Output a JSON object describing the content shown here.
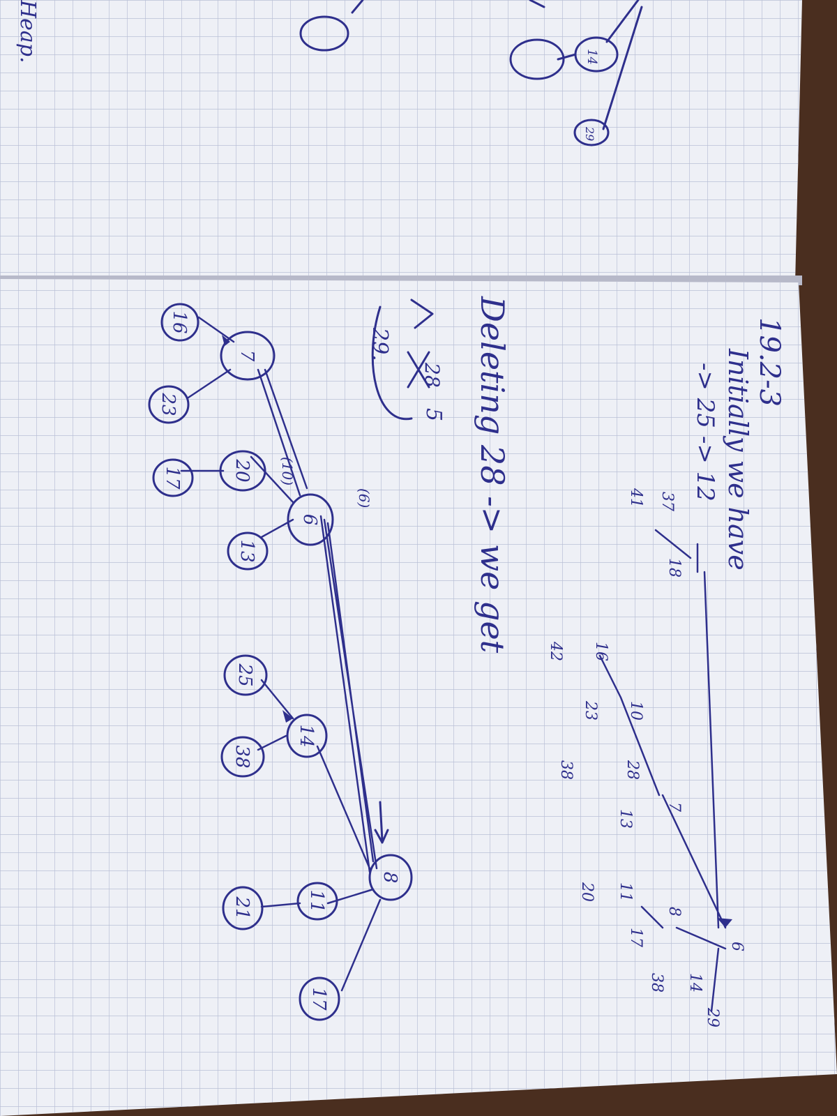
{
  "image": {
    "subject": "rotated handwritten notebook page",
    "rotation_deg": 90,
    "colors": {
      "table": "#4a2e1f",
      "paper": "#eef0f6",
      "grid": "#b9bfd6",
      "ink": "#2e2f8c"
    }
  },
  "left_page": {
    "heading": "Heap."
  },
  "right_page": {
    "title": "19.2-3",
    "line1": "Initially we have",
    "line2": "-> 25 -> 12",
    "deleting_line": "Deleting 28 -> we get",
    "strike_note": "28",
    "side_note_a": "29.",
    "side_note_b": "5",
    "paren_10": "(10)",
    "paren_6": "(6)",
    "draft_numbers": [
      "37",
      "41",
      "18",
      "16",
      "42",
      "10",
      "23",
      "28",
      "38",
      "7",
      "13",
      "11",
      "20",
      "8",
      "17",
      "6",
      "14",
      "38",
      "29"
    ]
  },
  "result_tree": {
    "nodes": [
      "16",
      "7",
      "23",
      "17",
      "20",
      "6",
      "13",
      "25",
      "14",
      "38",
      "8",
      "11",
      "21",
      "17"
    ]
  }
}
